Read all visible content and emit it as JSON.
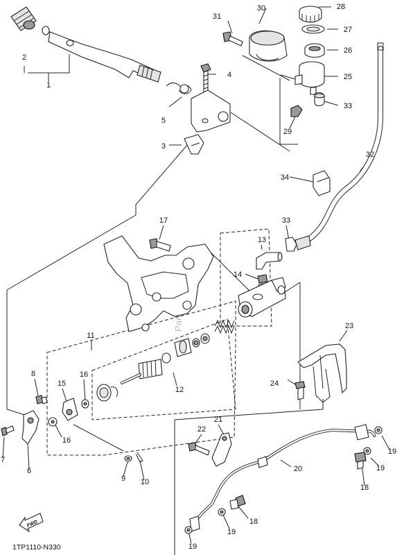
{
  "diagram": {
    "code": "1TP1110-N330",
    "watermark": "Partsrepublik",
    "fwd_label": "FWD",
    "part_numbers": [
      "1",
      "2",
      "3",
      "4",
      "5",
      "6",
      "7",
      "8",
      "9",
      "10",
      "11",
      "12",
      "13",
      "14",
      "15",
      "16",
      "16",
      "17",
      "18",
      "18",
      "19",
      "19",
      "19",
      "19",
      "20",
      "21",
      "22",
      "23",
      "24",
      "25",
      "26",
      "27",
      "28",
      "29",
      "30",
      "31",
      "32",
      "33",
      "33",
      "34"
    ]
  }
}
